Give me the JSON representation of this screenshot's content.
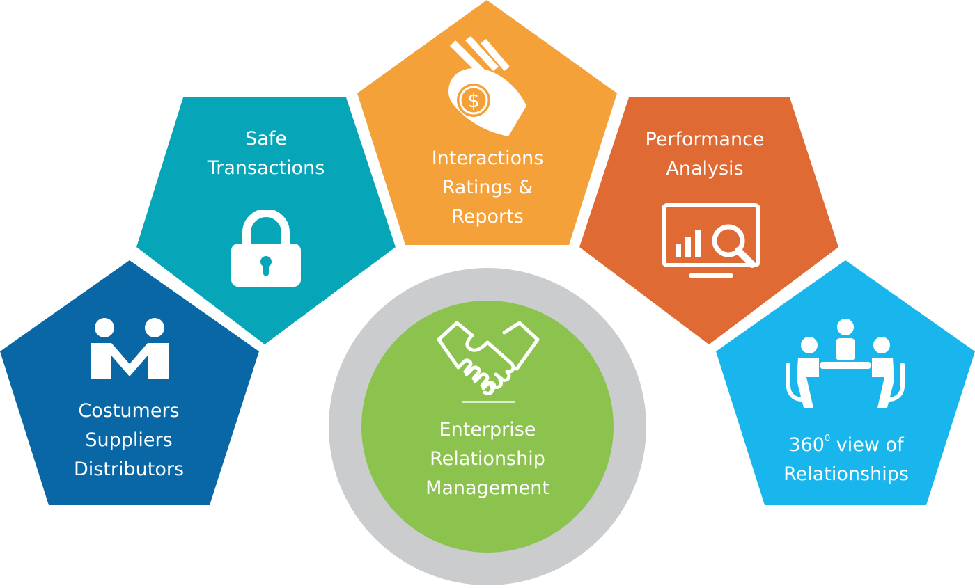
{
  "colors": {
    "customers": "#0a67a5",
    "safe": "#06a6b8",
    "interactions": "#f5a13a",
    "performance": "#e06a34",
    "relationships": "#18b6ec",
    "center": "#8bc34e",
    "ring": "#cbcccd"
  },
  "nodes": {
    "customers": {
      "lines": [
        "Costumers",
        "Suppliers",
        "Distributors"
      ],
      "icon": "people-connected-icon"
    },
    "safe": {
      "lines": [
        "Safe",
        "Transactions"
      ],
      "icon": "padlock-icon"
    },
    "interactions": {
      "lines": [
        "Interactions",
        "Ratings &",
        "Reports"
      ],
      "icon": "hand-holding-coin-icon"
    },
    "performance": {
      "lines": [
        "Performance",
        "Analysis"
      ],
      "icon": "monitor-analytics-icon"
    },
    "relationships": {
      "line1_number": "360",
      "line1_degree": "0",
      "line1_rest": " view of",
      "line2": "Relationships",
      "icon": "meeting-table-icon"
    }
  },
  "center": {
    "lines": [
      "Enterprise",
      "Relationship",
      "Management"
    ],
    "icon": "handshake-icon"
  }
}
